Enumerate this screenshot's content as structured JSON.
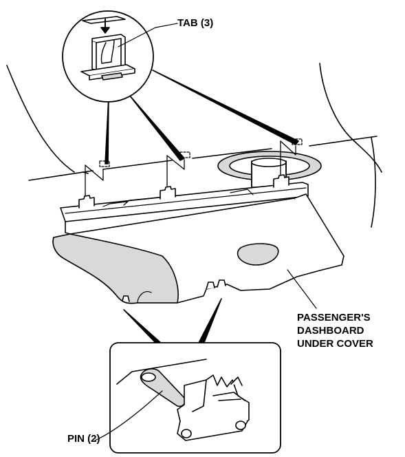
{
  "labels": {
    "tab": "TAB (3)",
    "pin": "PIN (2)",
    "cover_lines": [
      "PASSENGER'S",
      "DASHBOARD",
      "UNDER COVER"
    ]
  },
  "colors": {
    "line": "#000000",
    "shade": "#d9d9d9",
    "fill": "#ffffff"
  },
  "icons": {
    "down_arrow": "arrow-down-icon"
  }
}
